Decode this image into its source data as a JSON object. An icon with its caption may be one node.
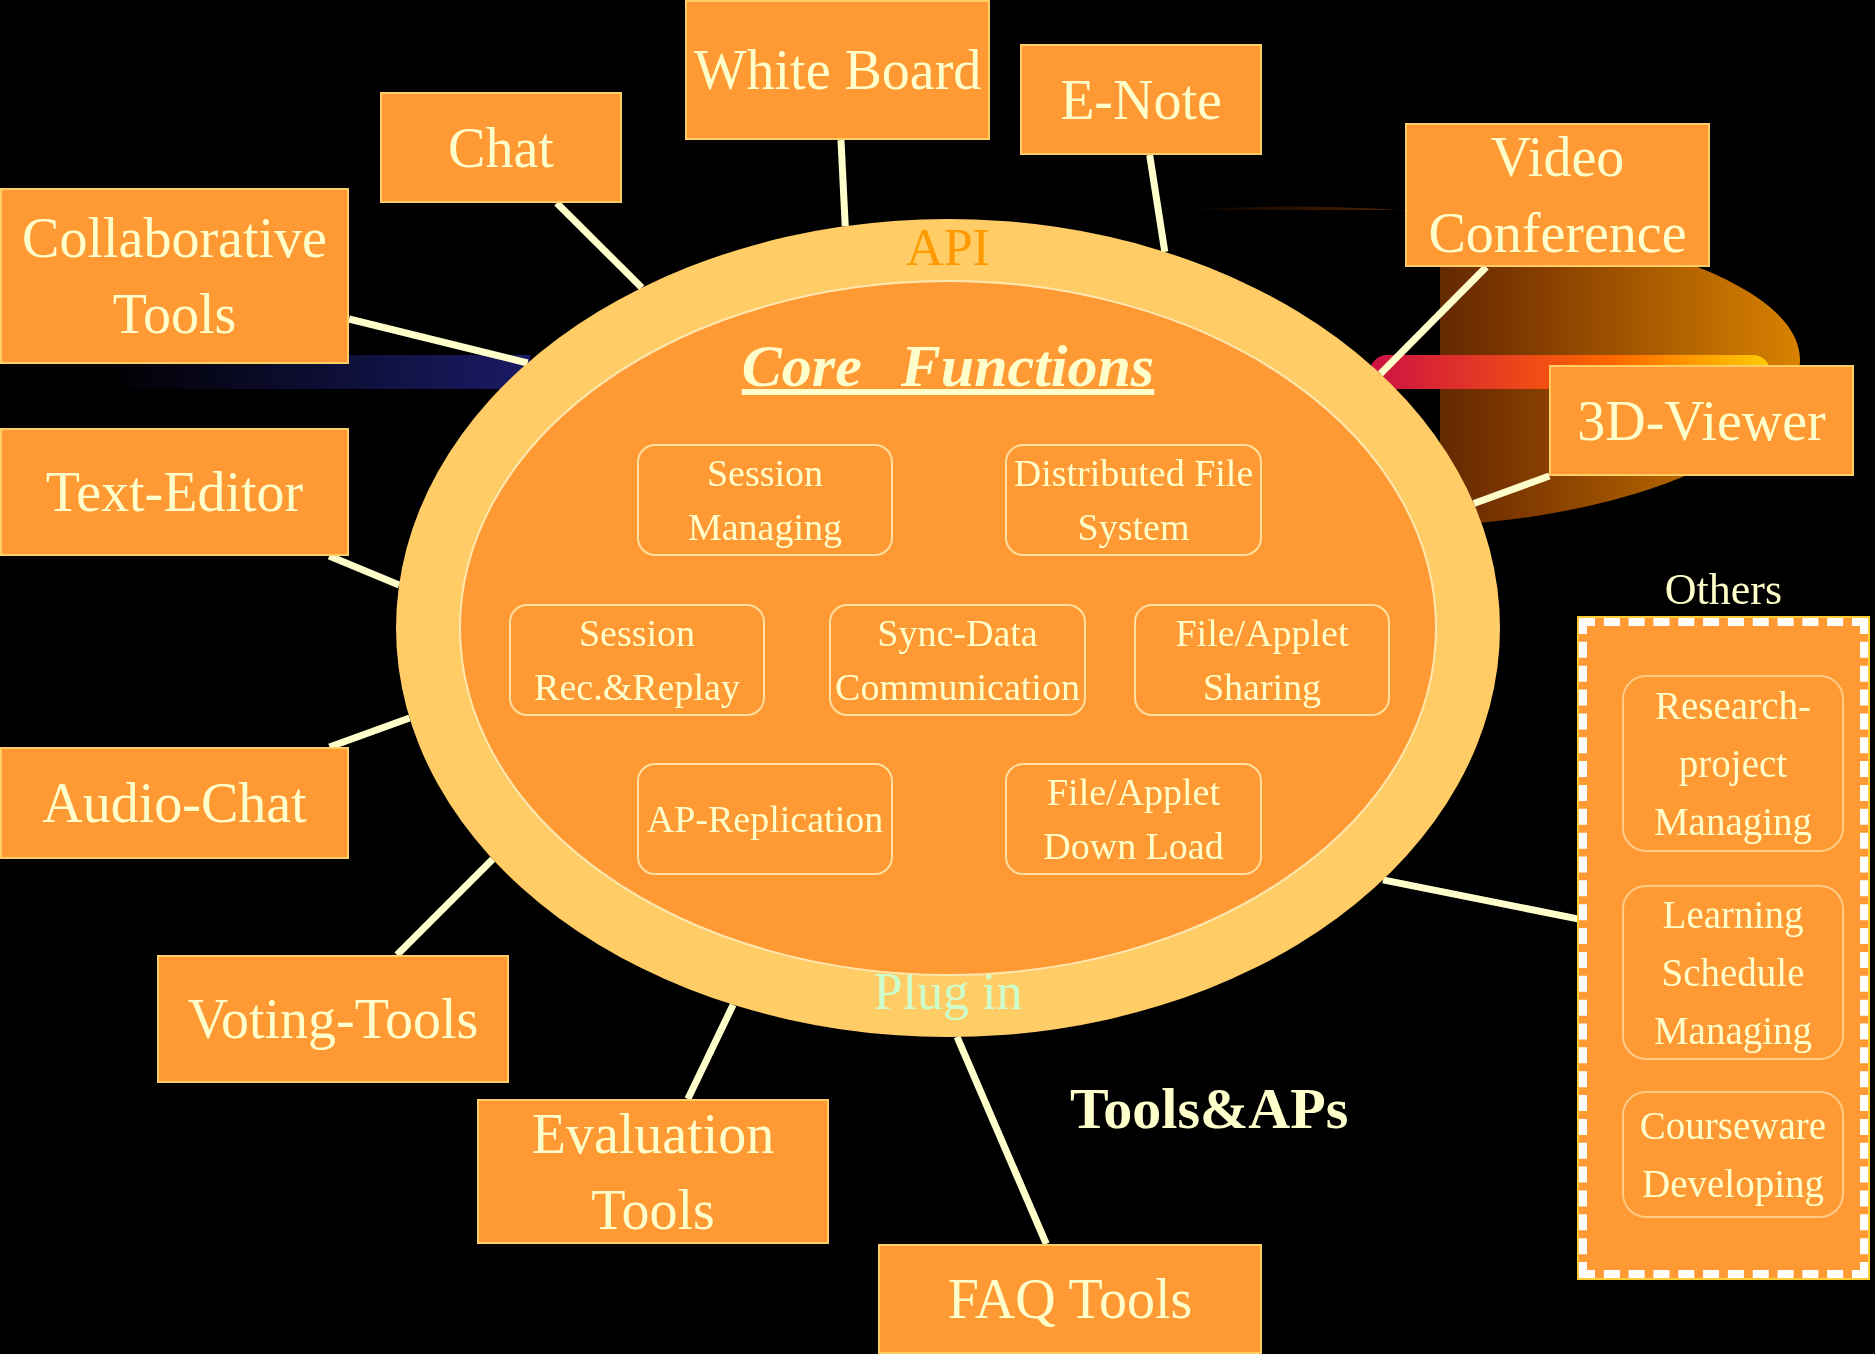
{
  "diagram": {
    "nodes": [
      {
        "text": [
          "API",
          "Plug in"
        ]
      },
      {
        "text": [
          "Core Functions"
        ],
        "in": 0
      },
      {
        "text": [
          "Session Managing"
        ],
        "in": 1
      },
      {
        "text": [
          "Distributed File System"
        ],
        "in": 1
      },
      {
        "text": [
          "Session Rec.&Replay"
        ],
        "in": 1
      },
      {
        "text": [
          "Sync-Data Communication"
        ],
        "in": 1
      },
      {
        "text": [
          "File/Applet Sharing"
        ],
        "in": 1
      },
      {
        "text": [
          "AP-Replication"
        ],
        "in": 1
      },
      {
        "text": [
          "File/Applet Down Load"
        ],
        "in": 1
      },
      {
        "text": [
          "White Board"
        ]
      },
      {
        "text": [
          "E-Note"
        ]
      },
      {
        "text": [
          "Chat"
        ]
      },
      {
        "text": [
          "Collaborative Tools"
        ]
      },
      {
        "text": [
          "Video Conference"
        ]
      },
      {
        "text": [
          "3D-Viewer"
        ]
      },
      {
        "text": [
          "Text-Editor"
        ]
      },
      {
        "text": [
          "Audio-Chat"
        ]
      },
      {
        "text": [
          "Voting-Tools"
        ]
      },
      {
        "text": [
          "Evaluation Tools"
        ]
      },
      {
        "text": [
          "FAQ Tools"
        ]
      },
      {
        "text": [
          "Others"
        ]
      },
      {
        "text": [
          "Research-project Managing"
        ],
        "in": 20
      },
      {
        "text": [
          "Learning Schedule Managing"
        ],
        "in": 20
      },
      {
        "text": [
          "Courseware Developing"
        ],
        "in": 20
      }
    ],
    "edges": [
      {
        "from": 9,
        "to": 0,
        "arrow": "none"
      },
      {
        "from": 10,
        "to": 0,
        "arrow": "none"
      },
      {
        "from": 11,
        "to": 0,
        "arrow": "none"
      },
      {
        "from": 12,
        "to": 0,
        "arrow": "none"
      },
      {
        "from": 13,
        "to": 0,
        "arrow": "none"
      },
      {
        "from": 14,
        "to": 0,
        "arrow": "none"
      },
      {
        "from": 15,
        "to": 0,
        "arrow": "none"
      },
      {
        "from": 16,
        "to": 0,
        "arrow": "none"
      },
      {
        "from": 17,
        "to": 0,
        "arrow": "none"
      },
      {
        "from": 18,
        "to": 0,
        "arrow": "none"
      },
      {
        "from": 19,
        "to": 0,
        "arrow": "none"
      },
      {
        "from": 20,
        "to": 0,
        "arrow": "none"
      }
    ],
    "labels": [
      "Tools&APs"
    ]
  }
}
